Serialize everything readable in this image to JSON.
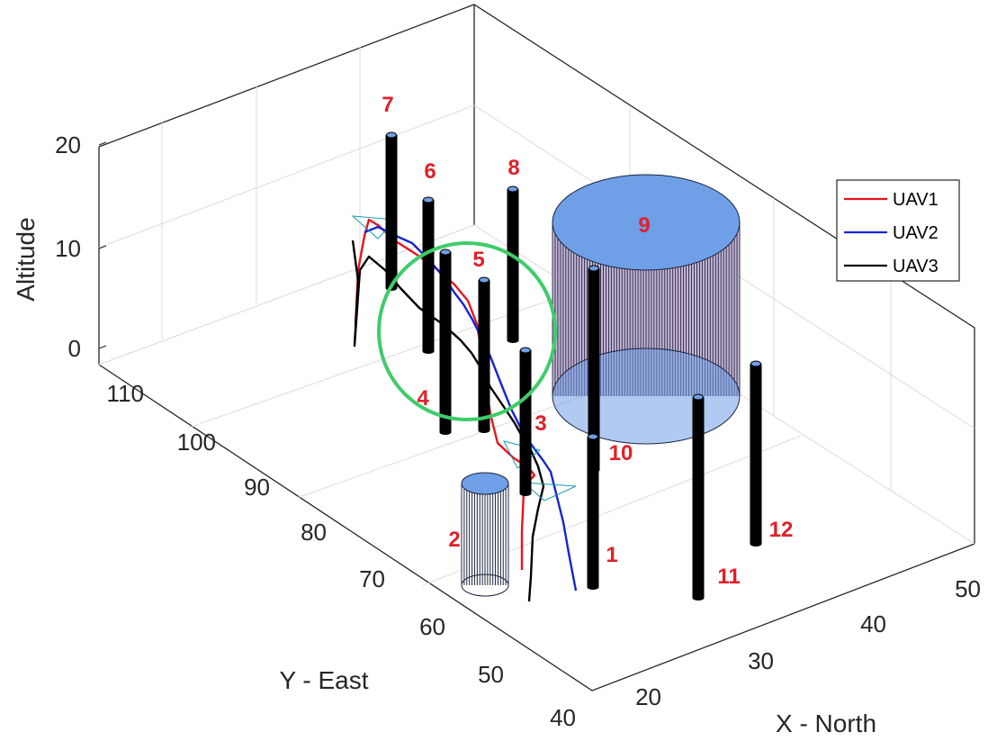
{
  "chart_data": {
    "type": "line3d",
    "title": "",
    "xlabel": "X - North",
    "ylabel": "Y - East",
    "zlabel": "Altitude",
    "x_ticks": [
      "20",
      "30",
      "40",
      "50"
    ],
    "y_ticks": [
      "40",
      "50",
      "60",
      "70",
      "80",
      "90",
      "100",
      "110"
    ],
    "z_ticks": [
      "0",
      "10",
      "20"
    ],
    "grid": true,
    "legend_position": "top-right",
    "colors": {
      "uav1": "#e8141c",
      "uav2": "#1424d8",
      "uav3": "#000000",
      "obstacle": "#000000",
      "cap": "#6f9fe6",
      "highlight": "#3ecc6a"
    },
    "series": [
      {
        "name": "UAV1",
        "color": "#e8141c"
      },
      {
        "name": "UAV2",
        "color": "#1424d8"
      },
      {
        "name": "UAV3",
        "color": "#000000"
      }
    ],
    "obstacles": [
      {
        "label": "1"
      },
      {
        "label": "2"
      },
      {
        "label": "3"
      },
      {
        "label": "4"
      },
      {
        "label": "5"
      },
      {
        "label": "6"
      },
      {
        "label": "7"
      },
      {
        "label": "8"
      },
      {
        "label": "9"
      },
      {
        "label": "10"
      },
      {
        "label": "11"
      },
      {
        "label": "12"
      }
    ]
  }
}
